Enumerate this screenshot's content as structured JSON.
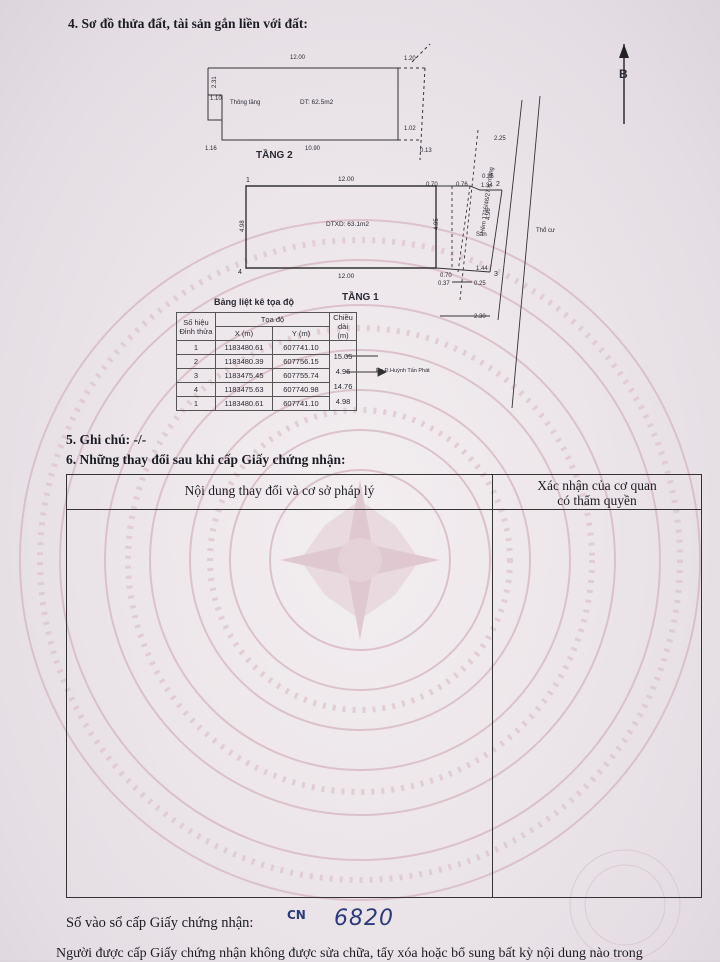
{
  "sections": {
    "s4_title": "4. Sơ đồ thửa đất, tài sản gắn liền với đất:",
    "s5_title": "5. Ghi chú: -/-",
    "s6_title": "6. Những thay đổi sau khi cấp Giấy chứng nhận:"
  },
  "plan": {
    "north": "B",
    "floor2": "TẦNG 2",
    "floor1": "TẦNG 1",
    "area2": "DT: 62.5m2",
    "area1": "DTXD: 63.1m2",
    "light_well": "Thông tầng",
    "yard": "Sân",
    "neighbor": "Thổ cư",
    "alley": "Hẻm 1716/46/27 xi măng",
    "gate": "Ra Đ.Huỳnh Tấn Phát",
    "d_top2": "12.00",
    "d_bottom2": "10.90",
    "d_top1": "12.00",
    "d_bottom1": "12.00",
    "d_left1": "4.98",
    "d_right1": "4.96",
    "d_inner": "4.95",
    "d_a": "1.20",
    "d_b": "0.70",
    "d_c": "0.76",
    "d_d": "1.34",
    "d_e": "0.25",
    "d_f": "1.44",
    "d_g": "0.37",
    "d_h": "0.25",
    "d_i": "0.70",
    "d_j": "2.25",
    "d_k": "2.30",
    "d_l": "2.31",
    "d_m": "1.10",
    "d_n": "1.16",
    "d_o": "1.02",
    "d_p": "0.13",
    "p1": "1",
    "p2": "2",
    "p3": "3",
    "p4": "4"
  },
  "coord_table": {
    "caption": "Bảng liệt kê tọa độ",
    "h_point": "Số hiệu Đỉnh thửa",
    "h_coord": "Tọa độ",
    "h_x": "X (m)",
    "h_y": "Y (m)",
    "h_len": "Chiều dài (m)",
    "rows": [
      {
        "id": "1",
        "x": "1183480.61",
        "y": "607741.10"
      },
      {
        "id": "2",
        "x": "1183480.39",
        "y": "607756.15"
      },
      {
        "id": "3",
        "x": "1183475.45",
        "y": "607755.74"
      },
      {
        "id": "4",
        "x": "1183475.63",
        "y": "607740.98"
      },
      {
        "id": "1",
        "x": "1183480.61",
        "y": "607741.10"
      }
    ],
    "lengths": [
      "15.05",
      "4.96",
      "14.76",
      "4.98"
    ]
  },
  "changes_table": {
    "col1": "Nội dung thay đổi và cơ sở pháp lý",
    "col2_line1": "Xác nhận của cơ quan",
    "col2_line2": "có thẩm quyền"
  },
  "footer": {
    "register_label": "Số vào sổ cấp Giấy chứng nhận:",
    "register_prefix": "CN",
    "register_number": "6820",
    "cut_text": "Người được cấp Giấy chứng nhận không được sửa chữa, tẩy xóa hoặc bổ sung bất kỳ nội dung nào trong"
  }
}
